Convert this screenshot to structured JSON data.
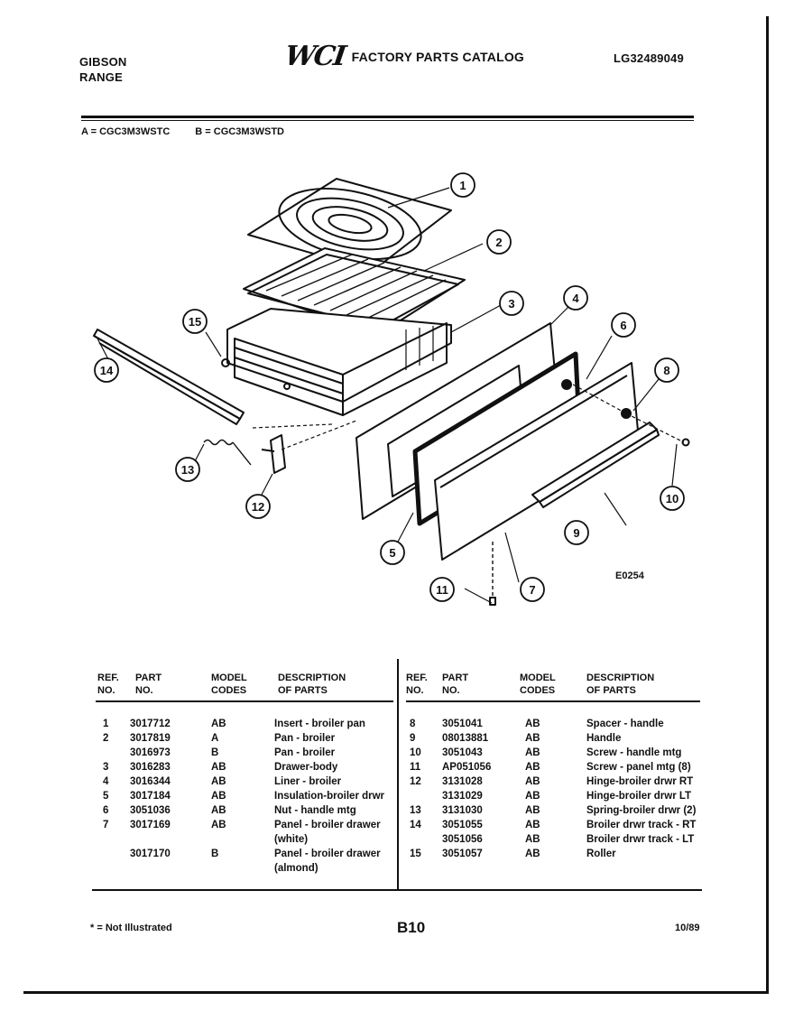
{
  "header": {
    "brand_line1": "GIBSON",
    "brand_line2": "RANGE",
    "logo": "WCI",
    "title": "FACTORY PARTS CATALOG",
    "catalog_no": "LG32489049"
  },
  "models": {
    "a": "A = CGC3M3WSTC",
    "b": "B = CGC3M3WSTD"
  },
  "diagram": {
    "code": "E0254",
    "callouts": [
      "1",
      "2",
      "3",
      "4",
      "5",
      "6",
      "7",
      "8",
      "9",
      "10",
      "11",
      "12",
      "13",
      "14",
      "15"
    ]
  },
  "table": {
    "headers": {
      "ref1": "REF.",
      "ref2": "NO.",
      "part1": "PART",
      "part2": "NO.",
      "model1": "MODEL",
      "model2": "CODES",
      "desc1": "DESCRIPTION",
      "desc2": "OF PARTS"
    },
    "left_rows": [
      {
        "ref": "1",
        "part": "3017712",
        "model": "AB",
        "desc": "Insert - broiler pan",
        "desc2": ""
      },
      {
        "ref": "2",
        "part": "3017819",
        "model": "A",
        "desc": "Pan - broiler",
        "desc2": ""
      },
      {
        "ref": "",
        "part": "3016973",
        "model": "B",
        "desc": "Pan - broiler",
        "desc2": ""
      },
      {
        "ref": "3",
        "part": "3016283",
        "model": "AB",
        "desc": "Drawer-body",
        "desc2": ""
      },
      {
        "ref": "4",
        "part": "3016344",
        "model": "AB",
        "desc": "Liner - broiler",
        "desc2": ""
      },
      {
        "ref": "5",
        "part": "3017184",
        "model": "AB",
        "desc": "Insulation-broiler drwr",
        "desc2": ""
      },
      {
        "ref": "6",
        "part": "3051036",
        "model": "AB",
        "desc": "Nut - handle mtg",
        "desc2": ""
      },
      {
        "ref": "7",
        "part": "3017169",
        "model": "AB",
        "desc": "Panel - broiler drawer",
        "desc2": "(white)"
      },
      {
        "ref": "",
        "part": "3017170",
        "model": "B",
        "desc": "Panel - broiler drawer",
        "desc2": "(almond)"
      }
    ],
    "right_rows": [
      {
        "ref": "8",
        "part": "3051041",
        "model": "AB",
        "desc": "Spacer - handle"
      },
      {
        "ref": "9",
        "part": "08013881",
        "model": "AB",
        "desc": "Handle"
      },
      {
        "ref": "10",
        "part": "3051043",
        "model": "AB",
        "desc": "Screw - handle mtg"
      },
      {
        "ref": "11",
        "part": "AP051056",
        "model": "AB",
        "desc": "Screw - panel mtg (8)"
      },
      {
        "ref": "12",
        "part": "3131028",
        "model": "AB",
        "desc": "Hinge-broiler drwr RT"
      },
      {
        "ref": "",
        "part": "3131029",
        "model": "AB",
        "desc": "Hinge-broiler drwr LT"
      },
      {
        "ref": "13",
        "part": "3131030",
        "model": "AB",
        "desc": "Spring-broiler drwr (2)"
      },
      {
        "ref": "14",
        "part": "3051055",
        "model": "AB",
        "desc": "Broiler drwr track - RT"
      },
      {
        "ref": "",
        "part": "3051056",
        "model": "AB",
        "desc": "Broiler drwr track - LT"
      },
      {
        "ref": "15",
        "part": "3051057",
        "model": "AB",
        "desc": "Roller"
      }
    ]
  },
  "footer": {
    "note": "* = Not Illustrated",
    "page": "B10",
    "date": "10/89"
  }
}
